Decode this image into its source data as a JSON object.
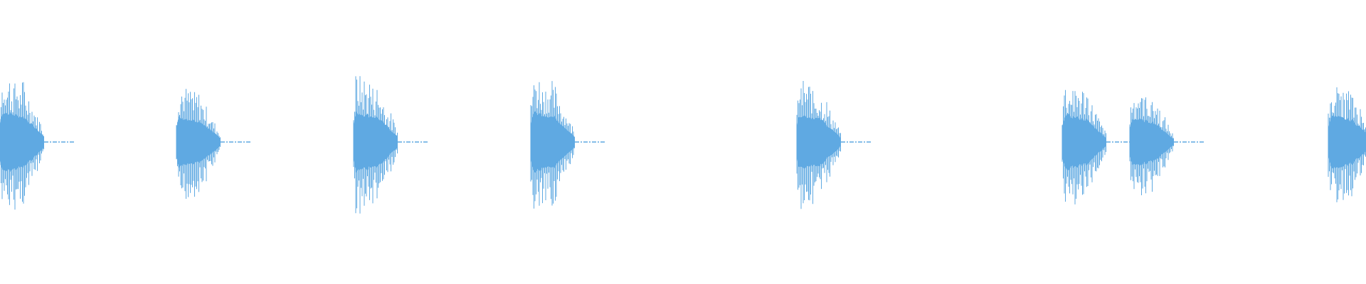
{
  "waveform": {
    "color": "#5fa9e2",
    "background": "#ffffff",
    "bursts": [
      {
        "attack": 0.97,
        "decay": 0.42,
        "tail": 0.04
      },
      {
        "attack": 0.8,
        "decay": 0.4,
        "tail": 0.03
      },
      {
        "attack": 0.95,
        "decay": 0.42,
        "tail": 0.04
      },
      {
        "attack": 0.96,
        "decay": 0.41,
        "tail": 0.04
      },
      {
        "attack": 0.88,
        "decay": 0.4,
        "tail": 0.03
      },
      {
        "attack": 0.87,
        "decay": 0.4,
        "tail": 0.03
      },
      {
        "attack": 0.76,
        "decay": 0.38,
        "tail": 0.03
      },
      {
        "attack": 0.84,
        "decay": 0.4,
        "tail": 0.03
      }
    ]
  }
}
